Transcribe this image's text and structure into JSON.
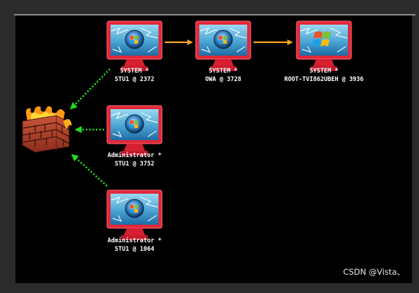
{
  "hosts": [
    {
      "user": "SYSTEM *",
      "session": "STU1 @ 2372",
      "os": "vista"
    },
    {
      "user": "SYSTEM *",
      "session": "OWA @ 3728",
      "os": "vista"
    },
    {
      "user": "SYSTEM *",
      "session": "ROOT-TVI862UBEH @ 3936",
      "os": "xp"
    },
    {
      "user": "Administrator *",
      "session": "STU1 @ 3752",
      "os": "vista"
    },
    {
      "user": "Administrator *",
      "session": "STU1 @ 1064",
      "os": "vista"
    }
  ],
  "firewall": {
    "icon": "firewall-icon"
  },
  "links": {
    "pivot_color": "#f5a623",
    "beacon_color": "#22dd22"
  },
  "watermark": "CSDN @Vista、"
}
